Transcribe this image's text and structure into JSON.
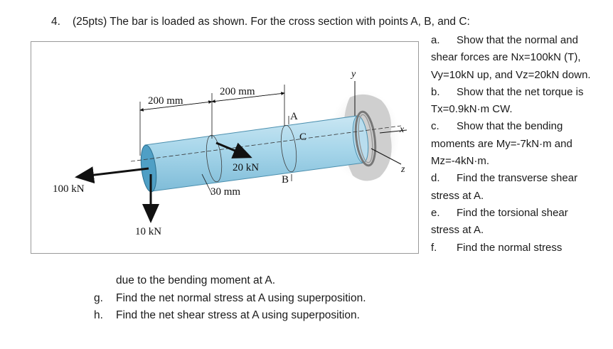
{
  "question": {
    "number": "4.",
    "text": "(25pts) The bar is loaded as shown. For the cross section with points A, B, and C:"
  },
  "figure": {
    "dim_200_left": "200 mm",
    "dim_200_right": "200 mm",
    "dim_30": "30 mm",
    "load_100": "100 kN",
    "load_10": "10 kN",
    "load_20": "20 kN",
    "point_a": "A",
    "point_b": "B",
    "point_c": "C",
    "axis_x": "x",
    "axis_y": "y",
    "axis_z": "z",
    "colors": {
      "bar": "#9ccfe6",
      "bar_end": "#5aa6c8",
      "wall": "#c7c7c7"
    }
  },
  "parts": [
    {
      "label": "a.",
      "text": "Show that the normal and shear forces are Nx=100kN (T), Vy=10kN up, and Vz=20kN down."
    },
    {
      "label": "b.",
      "text": "Show that the net torque is Tx=0.9kN·m CW."
    },
    {
      "label": "c.",
      "text": "Show that the bending moments are My=-7kN·m and Mz=-4kN·m."
    },
    {
      "label": "d.",
      "text": "Find the transverse shear stress at A."
    },
    {
      "label": "e.",
      "text": "Find the torsional shear stress at A."
    },
    {
      "label": "f.",
      "text": "Find the normal stress"
    }
  ],
  "continuation": "due to the bending moment at A.",
  "bottom_parts": [
    {
      "label": "g.",
      "text": "Find the net normal stress at A using superposition."
    },
    {
      "label": "h.",
      "text": "Find the net shear stress at A using superposition."
    }
  ]
}
